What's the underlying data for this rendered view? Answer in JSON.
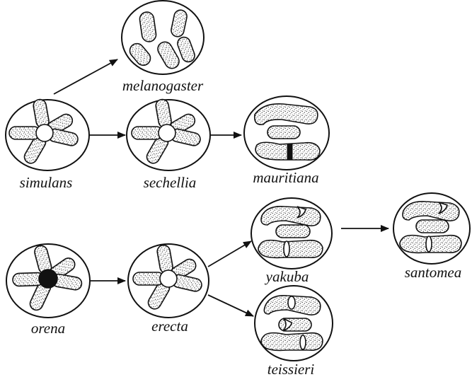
{
  "species": {
    "melanogaster": "melanogaster",
    "simulans": "simulans",
    "sechellia": "sechellia",
    "mauritiana": "mauritiana",
    "orena": "orena",
    "erecta": "erecta",
    "yakuba": "yakuba",
    "santomea": "santomea",
    "teissieri": "teissieri"
  }
}
